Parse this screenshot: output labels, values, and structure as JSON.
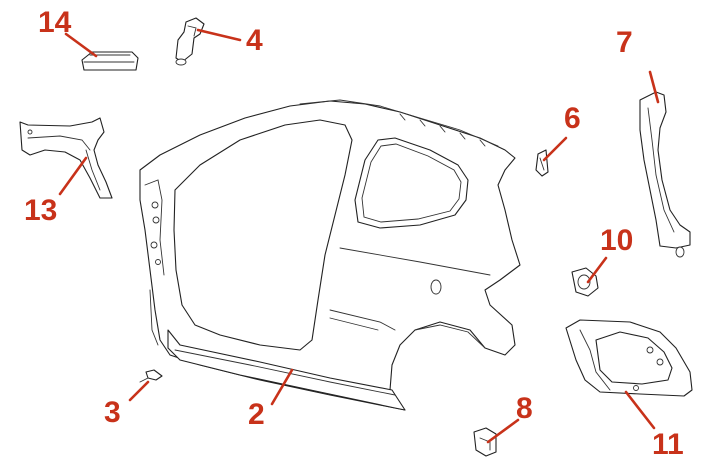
{
  "colors": {
    "callout": "#c8321a",
    "outline": "#222222",
    "background": "#ffffff"
  },
  "parts": [
    {
      "number": "2",
      "part": "rocker-panel"
    },
    {
      "number": "3",
      "part": "small-bracket"
    },
    {
      "number": "4",
      "part": "hinge-bracket"
    },
    {
      "number": "6",
      "part": "clip"
    },
    {
      "number": "7",
      "part": "c-pillar-inner"
    },
    {
      "number": "8",
      "part": "corner-bracket"
    },
    {
      "number": "10",
      "part": "fuel-filler-housing"
    },
    {
      "number": "11",
      "part": "rear-inner-wheelhouse"
    },
    {
      "number": "13",
      "part": "front-inner-fender"
    },
    {
      "number": "14",
      "part": "reinforcement-plate"
    }
  ]
}
